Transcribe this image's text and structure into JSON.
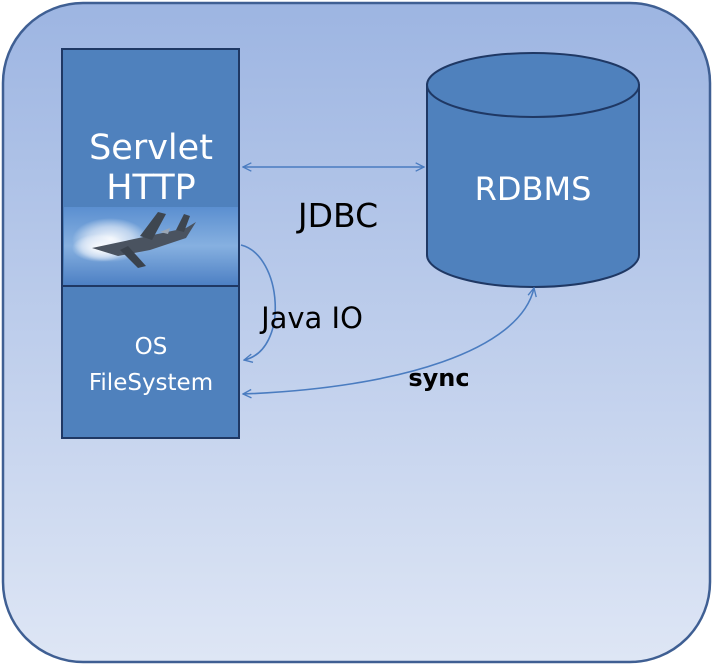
{
  "colors": {
    "panel_top": "#9db5e2",
    "panel_bottom": "#dee6f5",
    "panel_border": "#3f5f93",
    "box_fill": "#4f81bd",
    "box_border": "#1f3864",
    "arrow": "#4a7cc0"
  },
  "servlet": {
    "line1": "Servlet",
    "line2": "HTTP"
  },
  "os": {
    "line1": "OS",
    "line2": "FileSystem"
  },
  "database": {
    "label": "RDBMS"
  },
  "connectors": {
    "jdbc": "JDBC",
    "java_io": "Java IO",
    "sync": "sync"
  },
  "icons": {
    "image": "jet-aircraft-photo"
  }
}
